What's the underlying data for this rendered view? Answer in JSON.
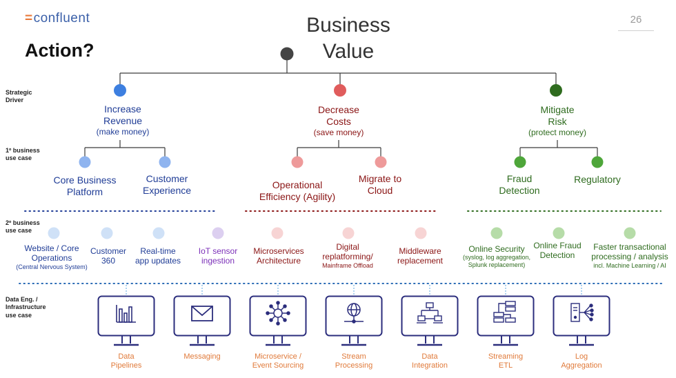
{
  "header": {
    "logo_text": "confluent",
    "title": "Action?",
    "business_value": [
      "Business",
      "Value"
    ],
    "page_number": "26"
  },
  "colors": {
    "blue_dark": "#1f3c96",
    "red_dark": "#8a1414",
    "green_dark": "#2e6b1e",
    "purple": "#7b2fb8",
    "orange": "#e07a3a",
    "navy": "#2b2d7c"
  },
  "side_labels": {
    "strategic": [
      "Strategic",
      "Driver"
    ],
    "primary": [
      "1º business",
      "use case"
    ],
    "secondary": [
      "2º business",
      "use case"
    ],
    "infra": [
      "Data Eng. /",
      "Infrastructure",
      "use case"
    ]
  },
  "drivers": [
    {
      "title": [
        "Increase",
        "Revenue"
      ],
      "sub": "(make money)"
    },
    {
      "title": [
        "Decrease",
        "Costs"
      ],
      "sub": "(save money)"
    },
    {
      "title": [
        "Mitigate",
        "Risk"
      ],
      "sub": "(protect money)"
    }
  ],
  "primary_cases": [
    {
      "label": [
        "Core Business",
        "Platform"
      ]
    },
    {
      "label": [
        "Customer",
        "Experience"
      ]
    },
    {
      "label": [
        "Operational",
        "Efficiency (Agility)"
      ]
    },
    {
      "label": [
        "Migrate to",
        "Cloud"
      ]
    },
    {
      "label": [
        "Fraud",
        "Detection"
      ]
    },
    {
      "label": [
        "Regulatory"
      ]
    }
  ],
  "secondary_cases": [
    {
      "label": [
        "Website / Core",
        "Operations"
      ],
      "note": "(Central Nervous System)"
    },
    {
      "label": [
        "Customer",
        "360"
      ],
      "note": ""
    },
    {
      "label": [
        "Real-time",
        "app updates"
      ],
      "note": ""
    },
    {
      "label": [
        "IoT sensor",
        "ingestion"
      ],
      "note": ""
    },
    {
      "label": [
        "Microservices",
        "Architecture"
      ],
      "note": ""
    },
    {
      "label": [
        "Digital",
        "replatforming/"
      ],
      "note": "Mainframe Offload"
    },
    {
      "label": [
        "Middleware",
        "replacement"
      ],
      "note": ""
    },
    {
      "label": [
        "Online Security"
      ],
      "note": [
        "(syslog, log aggregation,",
        "Splunk replacement)"
      ]
    },
    {
      "label": [
        "Online Fraud",
        "Detection"
      ],
      "note": ""
    },
    {
      "label": [
        "Faster transactional",
        "processing / analysis"
      ],
      "note": "incl. Machine Learning / AI"
    }
  ],
  "infra_cases": [
    {
      "label": [
        "Data",
        "Pipelines"
      ],
      "icon": "bar-chart-icon"
    },
    {
      "label": [
        "Messaging"
      ],
      "icon": "envelope-icon"
    },
    {
      "label": [
        "Microservice /",
        "Event Sourcing"
      ],
      "icon": "network-hub-icon"
    },
    {
      "label": [
        "Stream",
        "Processing"
      ],
      "icon": "globe-network-icon"
    },
    {
      "label": [
        "Data",
        "Integration"
      ],
      "icon": "connected-computers-icon"
    },
    {
      "label": [
        "Streaming",
        "ETL"
      ],
      "icon": "server-stack-icon"
    },
    {
      "label": [
        "Log",
        "Aggregation"
      ],
      "icon": "server-distribution-icon"
    }
  ]
}
